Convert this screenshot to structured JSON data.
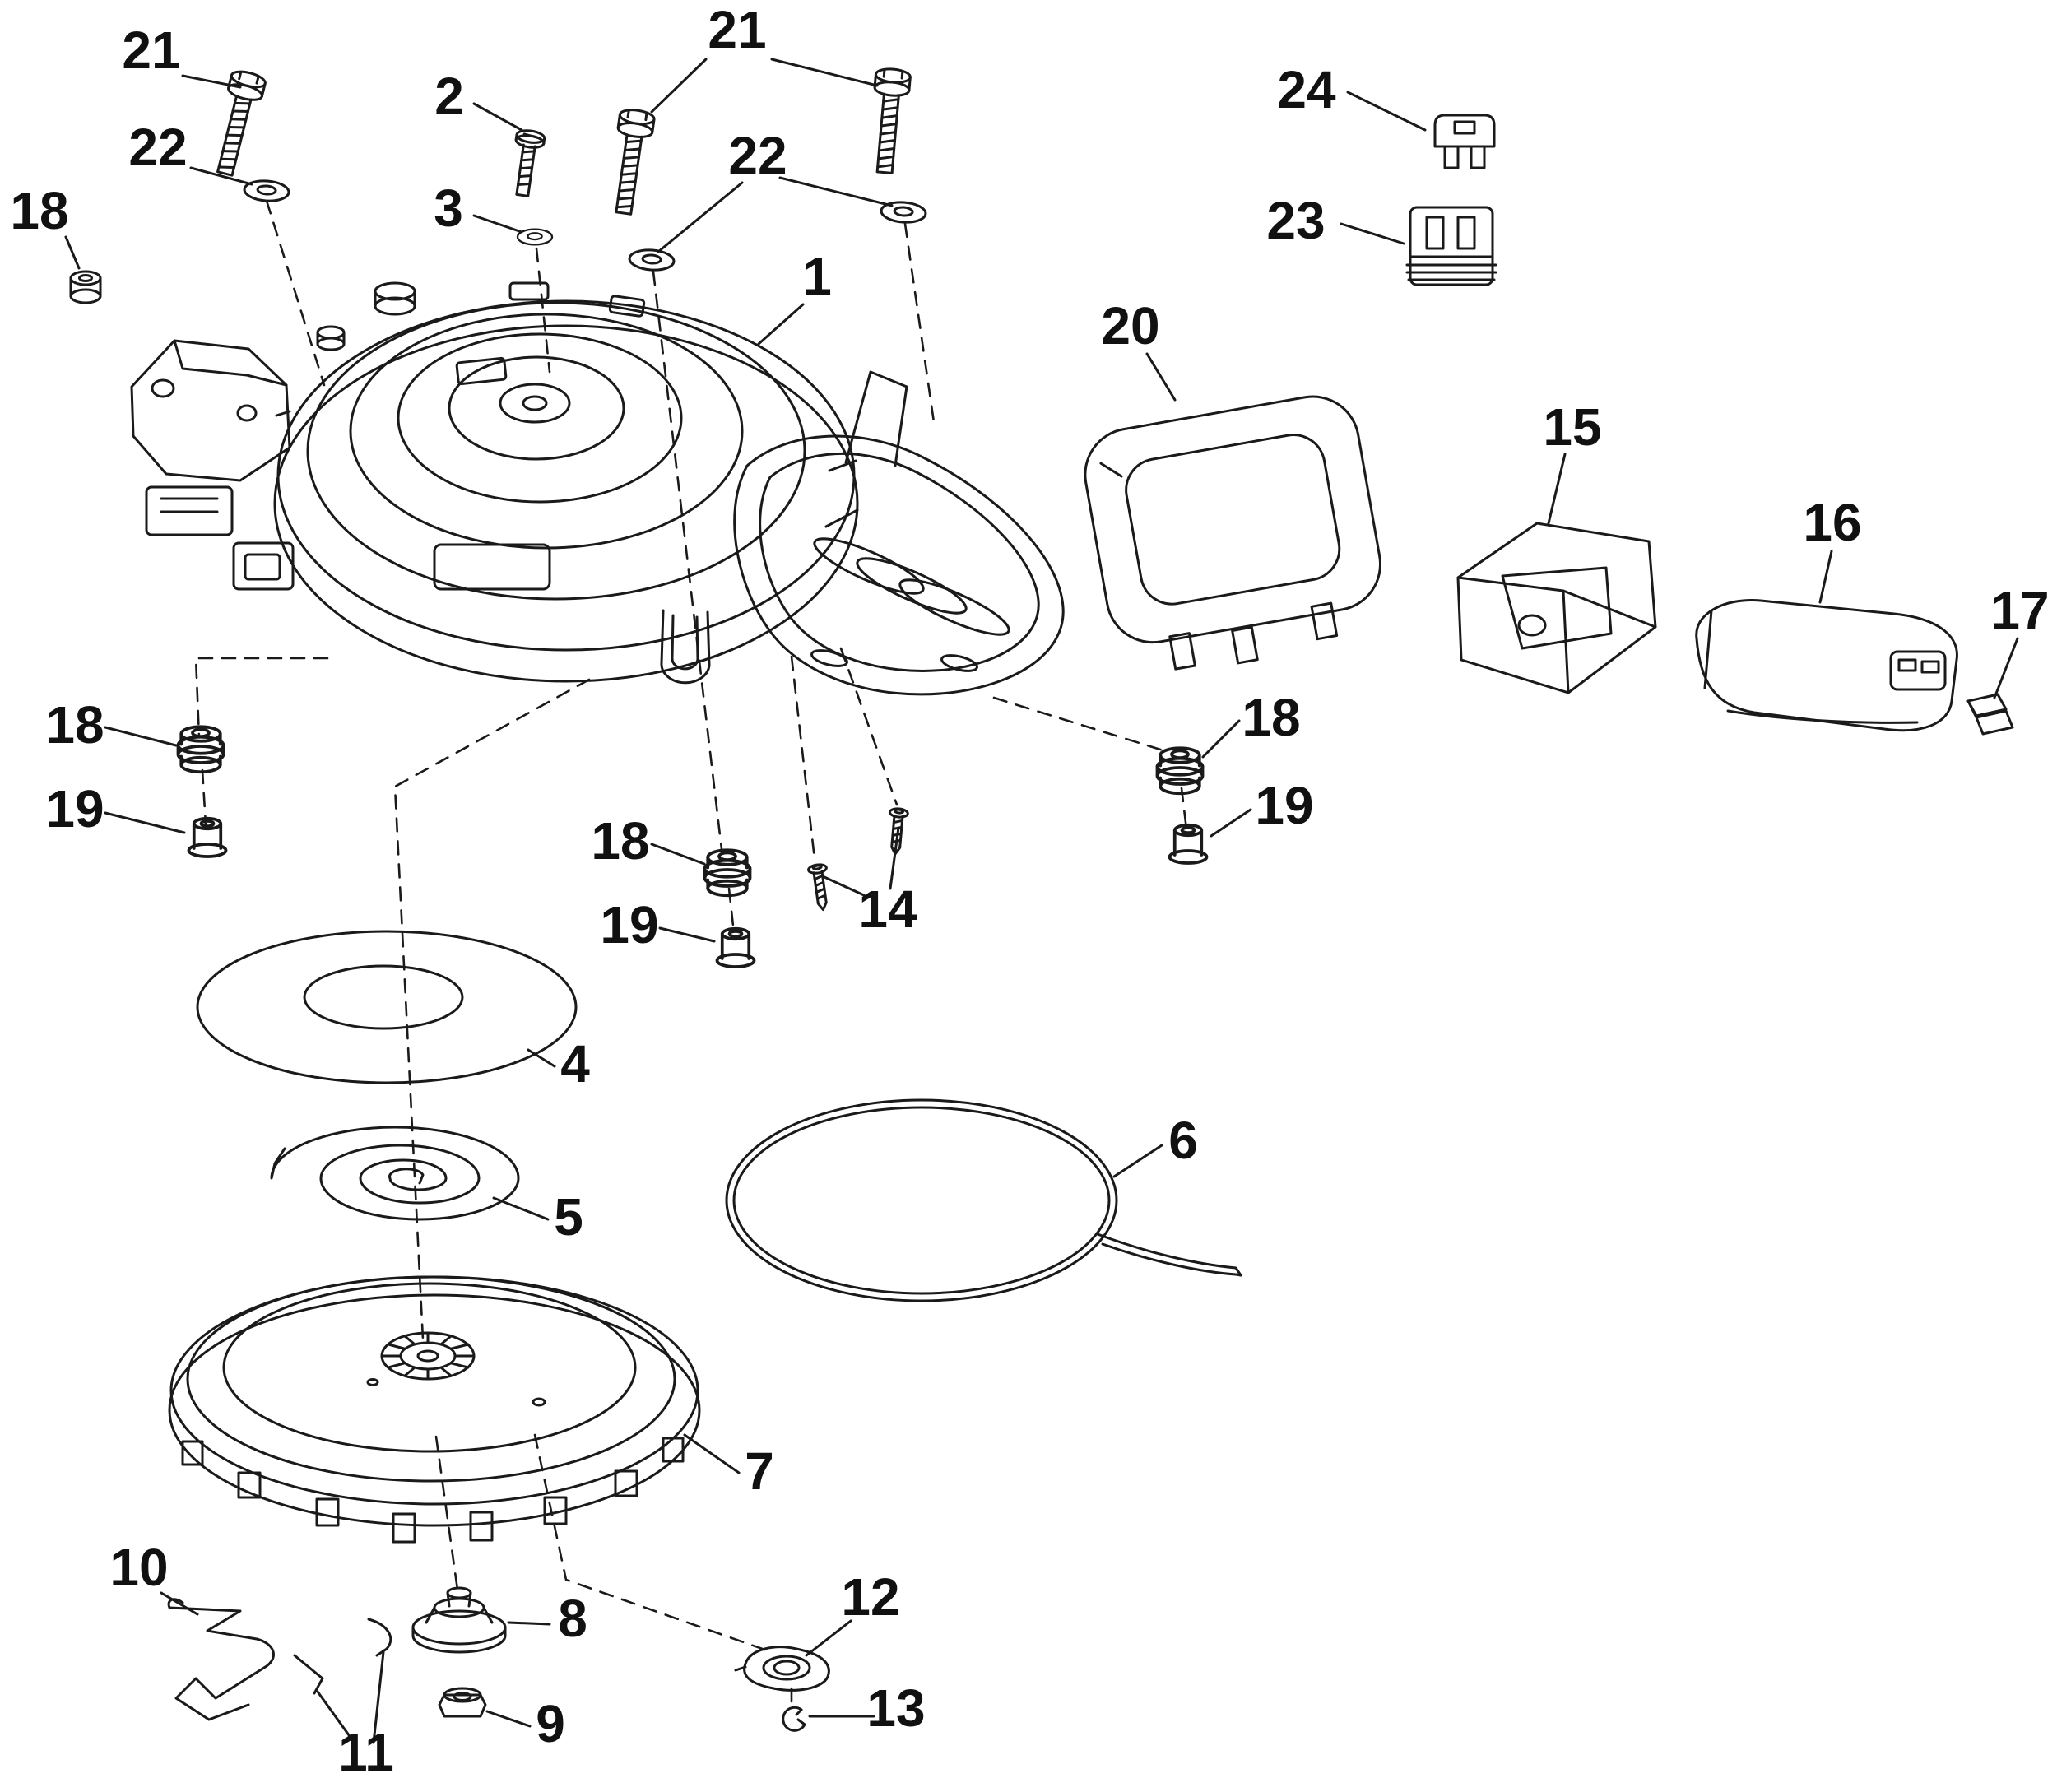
{
  "diagram": {
    "background_color": "#ffffff",
    "line_color": "#1a1a1a",
    "callouts": [
      {
        "id": "21-a",
        "label": "21"
      },
      {
        "id": "22-a",
        "label": "22"
      },
      {
        "id": "2",
        "label": "2"
      },
      {
        "id": "3",
        "label": "3"
      },
      {
        "id": "21-b",
        "label": "21"
      },
      {
        "id": "22-b",
        "label": "22"
      },
      {
        "id": "18-a",
        "label": "18"
      },
      {
        "id": "1",
        "label": "1"
      },
      {
        "id": "24",
        "label": "24"
      },
      {
        "id": "23",
        "label": "23"
      },
      {
        "id": "20",
        "label": "20"
      },
      {
        "id": "15",
        "label": "15"
      },
      {
        "id": "16",
        "label": "16"
      },
      {
        "id": "17",
        "label": "17"
      },
      {
        "id": "18-b",
        "label": "18"
      },
      {
        "id": "19-a",
        "label": "19"
      },
      {
        "id": "18-c",
        "label": "18"
      },
      {
        "id": "19-b",
        "label": "19"
      },
      {
        "id": "18-d",
        "label": "18"
      },
      {
        "id": "19-c",
        "label": "19"
      },
      {
        "id": "14",
        "label": "14"
      },
      {
        "id": "4",
        "label": "4"
      },
      {
        "id": "5",
        "label": "5"
      },
      {
        "id": "6",
        "label": "6"
      },
      {
        "id": "7",
        "label": "7"
      },
      {
        "id": "10",
        "label": "10"
      },
      {
        "id": "8",
        "label": "8"
      },
      {
        "id": "9",
        "label": "9"
      },
      {
        "id": "11",
        "label": "11"
      },
      {
        "id": "12",
        "label": "12"
      },
      {
        "id": "13",
        "label": "13"
      }
    ]
  }
}
